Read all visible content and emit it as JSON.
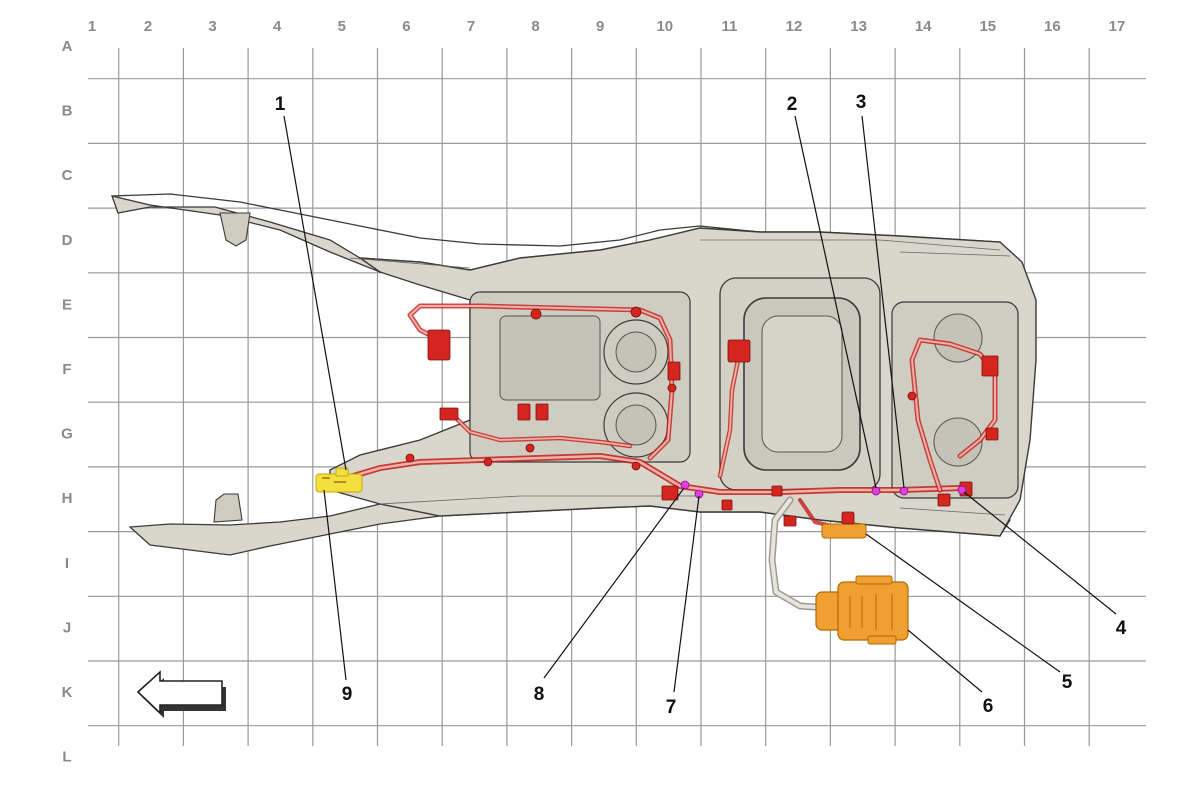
{
  "grid": {
    "columns": [
      "1",
      "2",
      "3",
      "4",
      "5",
      "6",
      "7",
      "8",
      "9",
      "10",
      "11",
      "12",
      "13",
      "14",
      "15",
      "16",
      "17"
    ],
    "rows": [
      "A",
      "B",
      "C",
      "D",
      "E",
      "F",
      "G",
      "H",
      "I",
      "J",
      "K",
      "L"
    ]
  },
  "callouts": [
    {
      "id": "1",
      "label": "1"
    },
    {
      "id": "2",
      "label": "2"
    },
    {
      "id": "3",
      "label": "3"
    },
    {
      "id": "4",
      "label": "4"
    },
    {
      "id": "5",
      "label": "5"
    },
    {
      "id": "6",
      "label": "6"
    },
    {
      "id": "7",
      "label": "7"
    },
    {
      "id": "8",
      "label": "8"
    },
    {
      "id": "9",
      "label": "9"
    }
  ],
  "colors": {
    "console_fill": "#d9d6cb",
    "console_stroke": "#3a3a3a",
    "harness": "#d9534f",
    "harness_dark": "#c0201c",
    "connector_orange": "#f0a030",
    "connector_yellow": "#f2e040",
    "splice_magenta": "#e040e0",
    "grid": "#9a9a9a"
  },
  "icons": {
    "direction_arrow": "arrow-left-icon"
  }
}
